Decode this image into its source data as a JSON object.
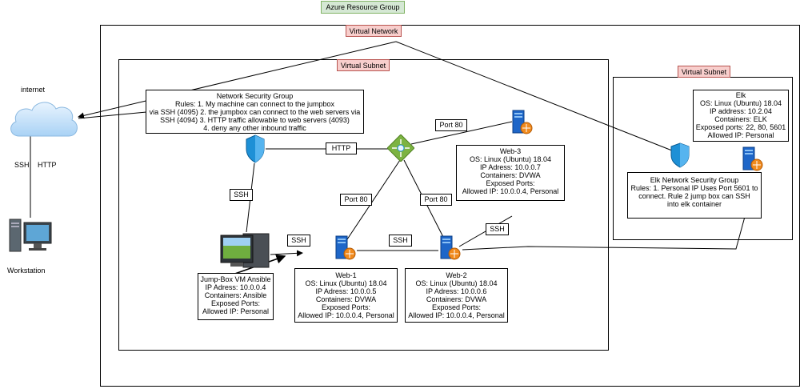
{
  "resource_group": {
    "label": "Azure Resource Group"
  },
  "virtual_network": {
    "label": "Virtual Network"
  },
  "subnet_main": {
    "label": "Virtual Subnet"
  },
  "subnet_elk": {
    "label": "Virtual Subnet"
  },
  "internet": {
    "label": "internet"
  },
  "protocols": {
    "ssh": "SSH",
    "http": "HTTP"
  },
  "workstation": {
    "label": "Workstation"
  },
  "nsg": {
    "title": "Network Security Group",
    "body": "Rules: 1. My machine can connect to the jumpbox\nvia SSH (4095) 2. the jumpbox can connect to the web servers via\nSSH (4094) 3. HTTP traffic allowable to web servers (4093)\n4. deny any other inbound traffic"
  },
  "edges": {
    "http": "HTTP",
    "ssh_nsg_jump": "SSH",
    "port80_lb_web3": "Port 80",
    "port80_lb_web1": "Port 80",
    "port80_lb_web2": "Port 80",
    "ssh_jump_web1": "SSH",
    "ssh_web1_web2": "SSH",
    "ssh_web3_web2": "SSH"
  },
  "web3": {
    "title": "Web-3",
    "details": "OS: Linux (Ubuntu) 18.04\nIP Adress: 10.0.0.7\nContainers: DVWA\nExposed Ports:\nAllowed IP: 10.0.0.4, Personal"
  },
  "jumpbox": {
    "title": "Jump-Box VM Ansible",
    "details": "IP Adress: 10.0.0.4\nContainers: Ansible\nExposed Ports:\nAllowed IP: Personal"
  },
  "web1": {
    "title": "Web-1",
    "details": "OS: Linux (Ubuntu) 18.04\nIP Adress: 10.0.0.5\nContainers: DVWA\nExposed Ports:\nAllowed IP: 10.0.0.4, Personal"
  },
  "web2": {
    "title": "Web-2",
    "details": "OS: Linux (Ubuntu) 18.04\nIP Adress: 10.0.0.6\nContainers: DVWA\nExposed Ports:\nAllowed IP: 10.0.0.4, Personal"
  },
  "elk": {
    "title": "Elk",
    "details": "OS: Linux (Ubuntu) 18.04\nIP address: 10.2.04\nContainers: ELK\nExposed ports: 22, 80, 5601\nAllowed IP: Personal"
  },
  "elk_nsg": {
    "title": "Elk Network Security Group",
    "body": "Rules: 1. Personal IP Uses Port 5601 to\nconnect. Rule 2 jump box can SSH\ninto elk container"
  },
  "colors": {
    "red_tag_fill": "#f8cecc",
    "red_tag_border": "#b85450",
    "green_tag_fill": "#d5e8d4",
    "green_tag_border": "#82b366",
    "azure_blue": "#1e90d6",
    "lb_green": "#7cb342",
    "cloud": "#cfe8fb"
  }
}
